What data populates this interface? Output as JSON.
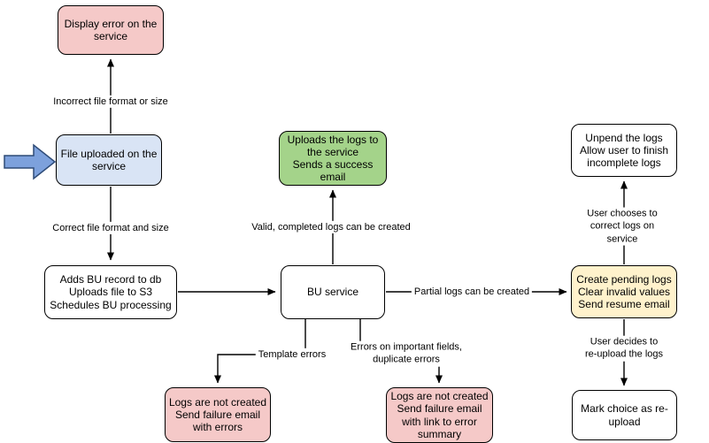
{
  "colors": {
    "canvas-bg": "#ffffff",
    "node-stroke": "#000000",
    "line": "#000000",
    "pink": "#F5C9C8",
    "blue": "#D9E4F5",
    "green": "#A4D38A",
    "yellow": "#FFF2CC",
    "white": "#ffffff",
    "block-arrow-fill": "#7DA1DC",
    "block-arrow-stroke": "#2E4B77"
  },
  "nodes": {
    "display_error": {
      "text": "Display error on the\nservice"
    },
    "file_uploaded": {
      "text": "File uploaded on the\nservice"
    },
    "adds_record": {
      "text": "Adds BU record to db\nUploads file to S3\nSchedules BU processing"
    },
    "bu_service": {
      "text": "BU service"
    },
    "uploads_logs": {
      "text": "Uploads the logs to\nthe service\nSends a success\nemail"
    },
    "unpend_logs": {
      "text": "Unpend the logs\nAllow user to finish\nincomplete logs"
    },
    "create_pending": {
      "text": "Create pending logs\nClear invalid values\nSend resume email"
    },
    "mark_choice": {
      "text": "Mark choice as re-\nupload"
    },
    "fail_with_errors": {
      "text": "Logs are not created\nSend failure email\nwith errors"
    },
    "fail_with_summary": {
      "text": "Logs are not created\nSend failure email\nwith link to error\nsummary"
    }
  },
  "edge_labels": {
    "incorrect_format": "Incorrect file format or size",
    "correct_format": "Correct file format and size",
    "valid_completed": "Valid, completed logs can be created",
    "partial_logs": "Partial logs can be created",
    "user_corrects": "User chooses to correct logs on service",
    "user_reupload": "User decides to re-upload the logs",
    "template_errors": "Template errors",
    "important_errors": "Errors on important fields,\nduplicate errors"
  }
}
